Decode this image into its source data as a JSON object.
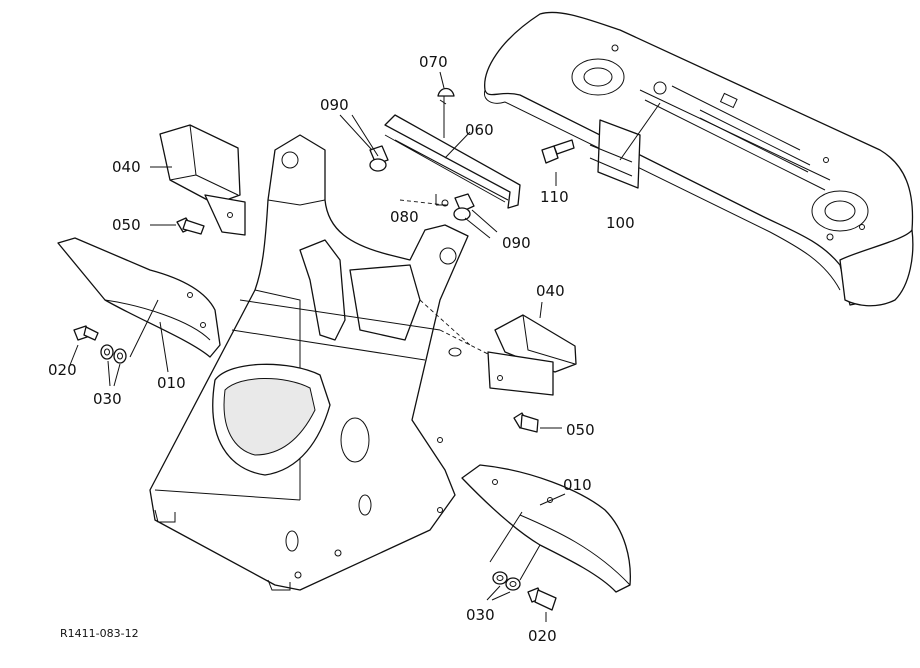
{
  "callouts": {
    "p010_left": "010",
    "p010_right": "010",
    "p020_left": "020",
    "p020_right": "020",
    "p030_left": "030",
    "p030_right": "030",
    "p040_left": "040",
    "p040_right": "040",
    "p050_left": "050",
    "p050_right": "050",
    "p060": "060",
    "p070": "070",
    "p080": "080",
    "p090_top": "090",
    "p090_mid": "090",
    "p100": "100",
    "p110": "110"
  },
  "figure_code": "R1411-083-12"
}
